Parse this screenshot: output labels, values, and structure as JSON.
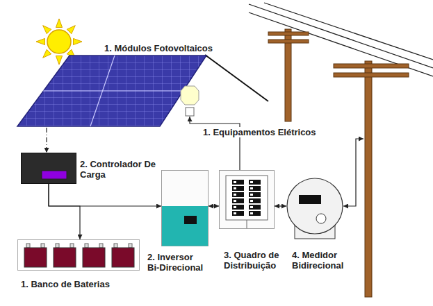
{
  "diagram": {
    "nodes": [
      {
        "text": [
          "1. Módulos Fotovoltaicos"
        ]
      },
      {
        "text": [
          "1. Equipamentos Elétricos"
        ]
      },
      {
        "text": [
          "2. Controlador De Carga"
        ]
      },
      {
        "text": [
          "2. Inversor Bi-Direcional"
        ]
      },
      {
        "text": [
          "3. Quadro de Distribuição"
        ]
      },
      {
        "text": [
          "4. Medidor Bidirecional"
        ]
      },
      {
        "text": [
          "1. Banco de Baterias"
        ]
      }
    ],
    "edges": [
      {
        "from": 0,
        "to": 2,
        "arrow": "to"
      },
      {
        "from": 2,
        "to": 6,
        "arrow": "to"
      },
      {
        "from": 2,
        "to": 3,
        "arrow": "to"
      },
      {
        "from": 3,
        "to": 4,
        "arrow": "both"
      },
      {
        "from": 4,
        "to": 1,
        "arrow": "to"
      },
      {
        "from": 4,
        "to": 5,
        "arrow": "both"
      }
    ]
  }
}
